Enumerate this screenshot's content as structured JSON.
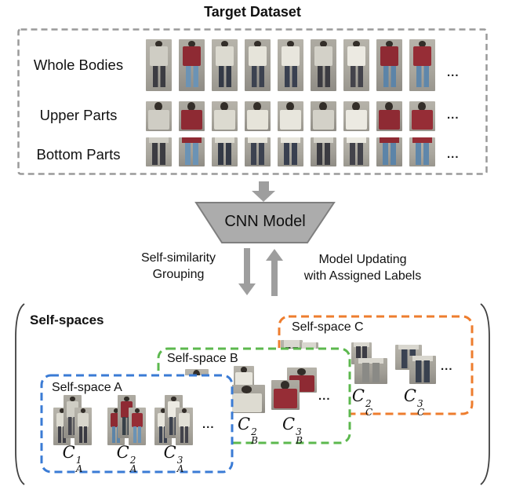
{
  "title": "Target Dataset",
  "dataset": {
    "rows": [
      {
        "label": "Whole Bodies"
      },
      {
        "label": "Upper Parts"
      },
      {
        "label": "Bottom Parts"
      }
    ],
    "ellipsis": "...",
    "persons": [
      {
        "s": "#cfcdc4",
        "p": "#3c3c42"
      },
      {
        "s": "#8e2a33",
        "p": "#6b93b5"
      },
      {
        "s": "#dcdad0",
        "p": "#343a46"
      },
      {
        "s": "#e6e4da",
        "p": "#3c4250"
      },
      {
        "s": "#e8e6dd",
        "p": "#394050"
      },
      {
        "s": "#d3d1c8",
        "p": "#3b3b41"
      },
      {
        "s": "#eceae2",
        "p": "#43434b"
      },
      {
        "s": "#8e2a33",
        "p": "#5c84a8"
      },
      {
        "s": "#962d36",
        "p": "#5f87ab"
      }
    ]
  },
  "cnn": {
    "label": "CNN Model"
  },
  "flow": {
    "left_line1": "Self-similarity",
    "left_line2": "Grouping",
    "right_line1": "Model Updating",
    "right_line2": "with Assigned Labels"
  },
  "self_spaces": {
    "title": "Self-spaces",
    "ellipsis": "...",
    "spaces": [
      {
        "id": "A",
        "label": "Self-space A",
        "color": "#3A7BD5",
        "clusters": [
          {
            "label": {
              "base": "C",
              "sub": "A",
              "sup": "1"
            },
            "thumbs": [
              {
                "s": "#dddbd1",
                "p": "#3f3f47"
              },
              {
                "s": "#cfcdc4",
                "p": "#45454d"
              },
              {
                "s": "#d8d6cc",
                "p": "#3a3a42"
              }
            ]
          },
          {
            "label": {
              "base": "C",
              "sub": "A",
              "sup": "2"
            },
            "thumbs": [
              {
                "s": "#8e2a33",
                "p": "#5c84a8"
              },
              {
                "s": "#8e2a33",
                "p": "#374048"
              },
              {
                "s": "#962d36",
                "p": "#6b93b5"
              }
            ]
          },
          {
            "label": {
              "base": "C",
              "sub": "A",
              "sup": "3"
            },
            "thumbs": [
              {
                "s": "#e8e6dd",
                "p": "#394050"
              },
              {
                "s": "#eceae2",
                "p": "#3c424e"
              },
              {
                "s": "#e2e0d6",
                "p": "#43434b"
              }
            ]
          }
        ]
      },
      {
        "id": "B",
        "label": "Self-space B",
        "color": "#5CB84E",
        "clusters": [
          {
            "label": null,
            "thumbs": [
              {
                "s": "#37402f"
              }
            ]
          },
          {
            "label": {
              "base": "C",
              "sub": "B",
              "sup": "2"
            },
            "thumbs": [
              {
                "s": "#e8e6dd"
              },
              {
                "s": "#dddbd1"
              }
            ]
          },
          {
            "label": {
              "base": "C",
              "sub": "B",
              "sup": "3"
            },
            "thumbs": [
              {
                "s": "#8e2a33"
              },
              {
                "s": "#962d36"
              }
            ]
          }
        ]
      },
      {
        "id": "C",
        "label": "Self-space C",
        "color": "#EE7D2E",
        "clusters": [
          {
            "label": null,
            "thumbs": [
              {
                "p": "#3f4a3f"
              },
              {
                "p": "#4a4a50"
              }
            ]
          },
          {
            "label": {
              "base": "C",
              "sub": "C",
              "sup": "2"
            },
            "thumbs": [
              {
                "p": "#3c3c44"
              },
              {
                "p": "#8a8a86"
              }
            ]
          },
          {
            "label": {
              "base": "C",
              "sub": "C",
              "sup": "3"
            },
            "thumbs": [
              {
                "p": "#3a4252"
              },
              {
                "p": "#39414f"
              }
            ]
          }
        ]
      }
    ]
  },
  "colors": {
    "box_dash_gray": "#9A9A9A",
    "arrow_gray": "#9E9E9E",
    "cnn_fill": "#ACACAC",
    "cnn_stroke": "#7F7F7F",
    "bracket": "#404040"
  }
}
